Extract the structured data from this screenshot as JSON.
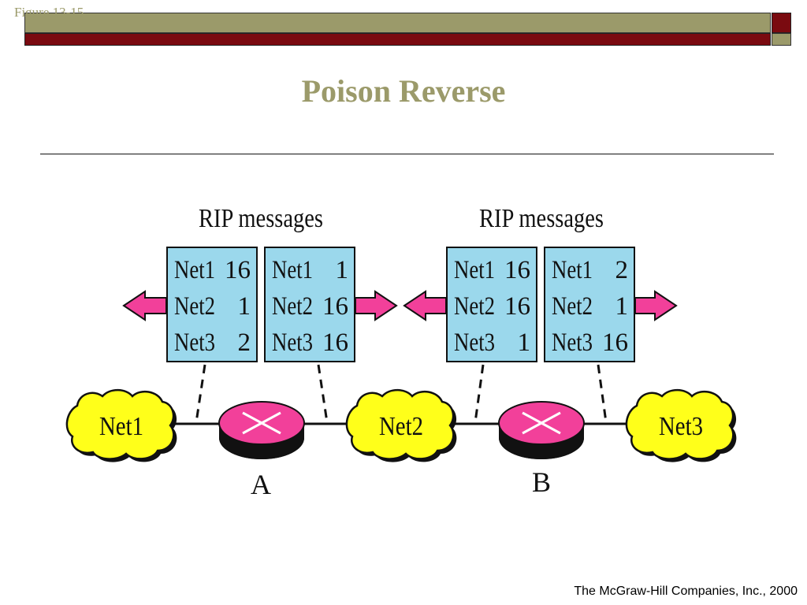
{
  "slide": {
    "figure_label": "Figure 13-15",
    "title": "Poison Reverse",
    "footer": "The McGraw-Hill Companies, Inc., 2000"
  },
  "diagram": {
    "rip_label_left": "RIP messages",
    "rip_label_right": "RIP messages",
    "tables": [
      {
        "rows": [
          {
            "net": "Net1",
            "hops": "16"
          },
          {
            "net": "Net2",
            "hops": "1"
          },
          {
            "net": "Net3",
            "hops": "2"
          }
        ]
      },
      {
        "rows": [
          {
            "net": "Net1",
            "hops": "1"
          },
          {
            "net": "Net2",
            "hops": "16"
          },
          {
            "net": "Net3",
            "hops": "16"
          }
        ]
      },
      {
        "rows": [
          {
            "net": "Net1",
            "hops": "16"
          },
          {
            "net": "Net2",
            "hops": "16"
          },
          {
            "net": "Net3",
            "hops": "1"
          }
        ]
      },
      {
        "rows": [
          {
            "net": "Net1",
            "hops": "2"
          },
          {
            "net": "Net2",
            "hops": "1"
          },
          {
            "net": "Net3",
            "hops": "16"
          }
        ]
      }
    ],
    "networks": [
      "Net1",
      "Net2",
      "Net3"
    ],
    "routers": [
      "A",
      "B"
    ],
    "colors": {
      "table_fill": "#9bd8ec",
      "cloud_fill": "#ffff1a",
      "router_fill": "#f2409a",
      "arrow_fill": "#f2409a",
      "accent": "#9b9a6a",
      "header_stripe": "#7a0a10"
    }
  }
}
